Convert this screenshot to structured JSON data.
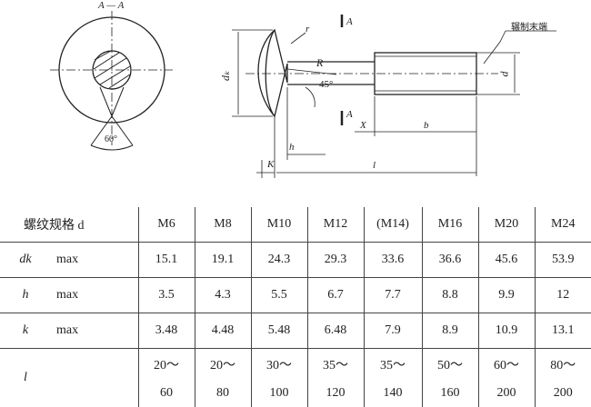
{
  "drawing": {
    "section_label": "A — A",
    "section_mark_top": "A",
    "section_mark_bottom": "A",
    "note_end": "辗制末端",
    "dim_dk": "dₖ",
    "dim_d": "d",
    "dim_r": "r",
    "dim_R": "R",
    "angle_45": "45°",
    "angle_60": "60°",
    "dim_h": "h",
    "dim_K": "K",
    "dim_X": "X",
    "dim_b": "b",
    "dim_l": "l"
  },
  "table": {
    "header": {
      "label": "螺纹规格 d",
      "sizes": [
        "M6",
        "M8",
        "M10",
        "M12",
        "(M14)",
        "M16",
        "M20",
        "M24"
      ]
    },
    "rows": [
      {
        "symbol": "dk",
        "unit": "max",
        "values": [
          "15.1",
          "19.1",
          "24.3",
          "29.3",
          "33.6",
          "36.6",
          "45.6",
          "53.9"
        ]
      },
      {
        "symbol": "h",
        "unit": "max",
        "values": [
          "3.5",
          "4.3",
          "5.5",
          "6.7",
          "7.7",
          "8.8",
          "9.9",
          "12"
        ]
      },
      {
        "symbol": "k",
        "unit": "max",
        "values": [
          "3.48",
          "4.48",
          "5.48",
          "6.48",
          "7.9",
          "8.9",
          "10.9",
          "13.1"
        ]
      }
    ],
    "length_row": {
      "symbol": "l",
      "min": [
        "20～",
        "20～",
        "30～",
        "35～",
        "35～",
        "50～",
        "60～",
        "80～"
      ],
      "max": [
        "60",
        "80",
        "100",
        "120",
        "140",
        "160",
        "200",
        "200"
      ]
    }
  }
}
